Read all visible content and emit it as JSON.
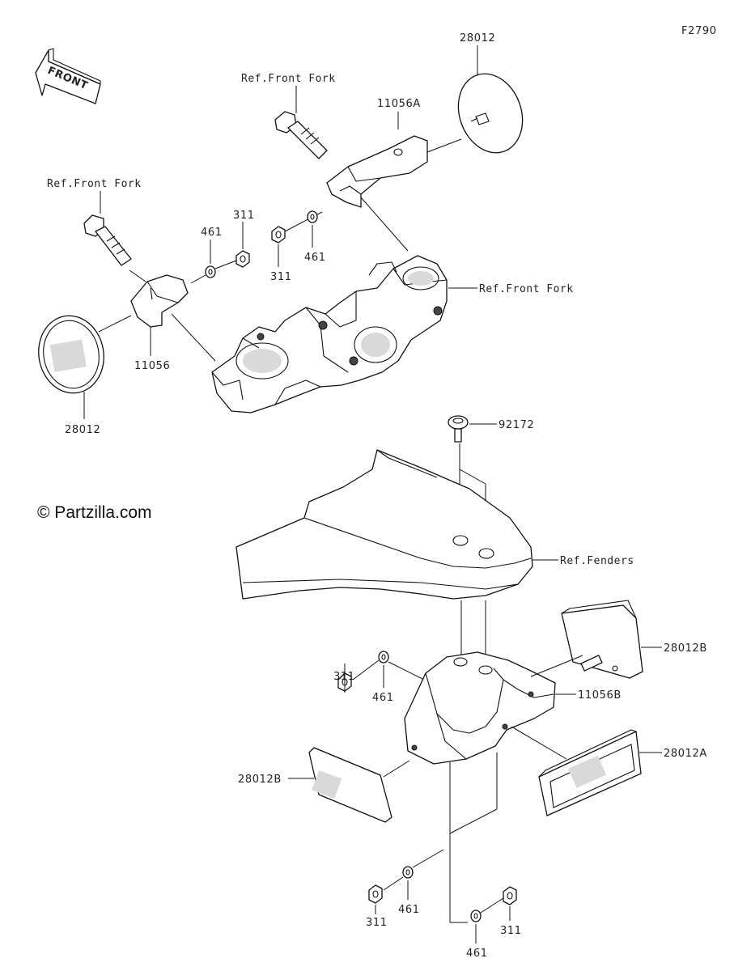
{
  "figure_code": "F2790",
  "watermark": "© Partzilla.com",
  "front_arrow_text": "FRONT",
  "labels": {
    "p28012_top": "28012",
    "ref_front_fork_top": "Ref.Front Fork",
    "p11056A": "11056A",
    "ref_front_fork_left": "Ref.Front Fork",
    "p461_left": "461",
    "p311_left": "311",
    "p311_mid": "311",
    "p461_mid": "461",
    "ref_front_fork_right": "Ref.Front Fork",
    "p11056": "11056",
    "p28012_left": "28012",
    "p92172": "92172",
    "ref_fenders": "Ref.Fenders",
    "p311_fender": "311",
    "p461_fender": "461",
    "p28012B_right": "28012B",
    "p11056B": "11056B",
    "p28012A": "28012A",
    "p28012B_left": "28012B",
    "p311_bl": "311",
    "p461_bl": "461",
    "p461_br": "461",
    "p311_br": "311"
  }
}
